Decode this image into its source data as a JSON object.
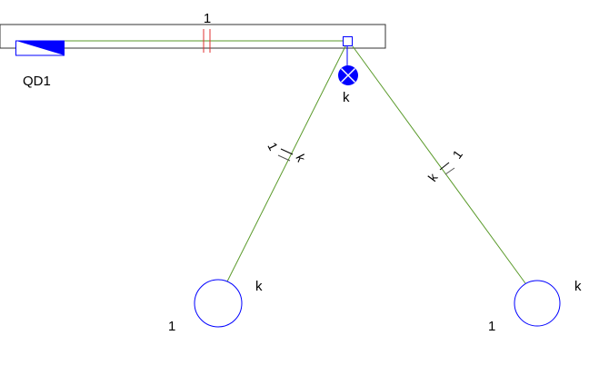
{
  "bus": {
    "label": "1"
  },
  "breaker": {
    "label": "QD1"
  },
  "lamp": {
    "label": "k"
  },
  "branch_left": {
    "top_label": "1",
    "bottom_label": "k"
  },
  "branch_right": {
    "top_label": "1",
    "bottom_label": "k"
  },
  "load_left": {
    "number": "1",
    "tag": "k"
  },
  "load_right": {
    "number": "1",
    "tag": "k"
  },
  "colors": {
    "wire": "#5a9a2a",
    "symbol": "#0000ff",
    "break_mark": "#e03030"
  }
}
